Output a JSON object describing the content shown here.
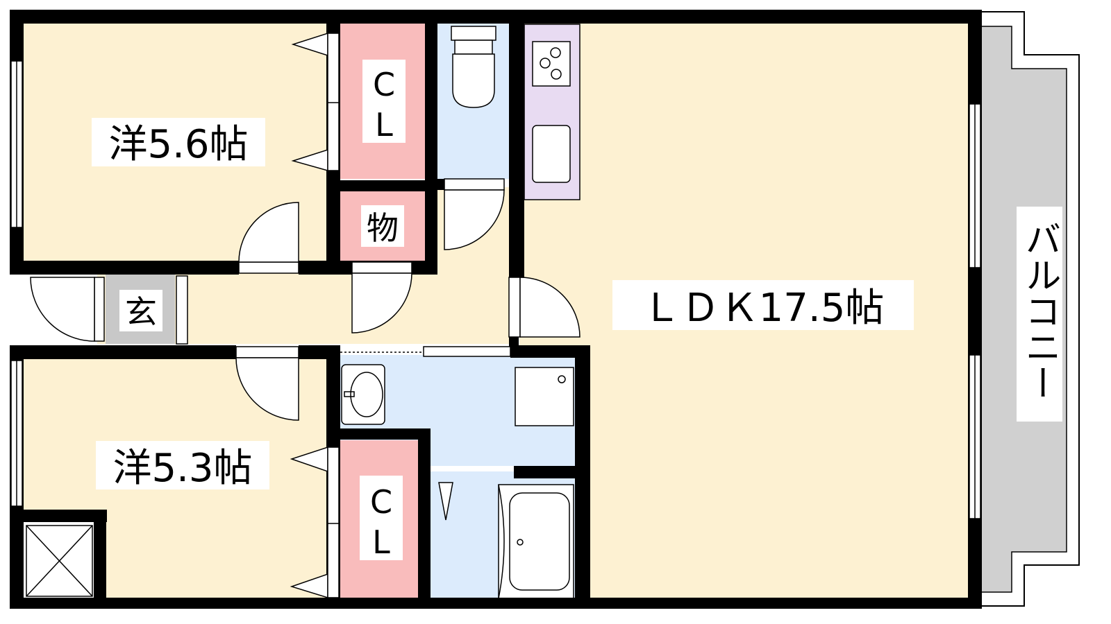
{
  "rooms": {
    "western_top": "洋5.6帖",
    "western_bottom": "洋5.3帖",
    "ldk": "ＬＤＫ17.5帖",
    "closet_top": [
      "C",
      "L"
    ],
    "closet_bottom": [
      "C",
      "L"
    ],
    "storage": "物",
    "entrance": "玄",
    "balcony": "バルコニー"
  },
  "colors": {
    "wall": "#000000",
    "room_floor": "#fdf1d2",
    "closet": "#f9bcbc",
    "wet_area": "#dcebfc",
    "kitchen": "#e8dbf2",
    "entrance": "#c8c8c8",
    "balcony": "#d0d0d0"
  }
}
